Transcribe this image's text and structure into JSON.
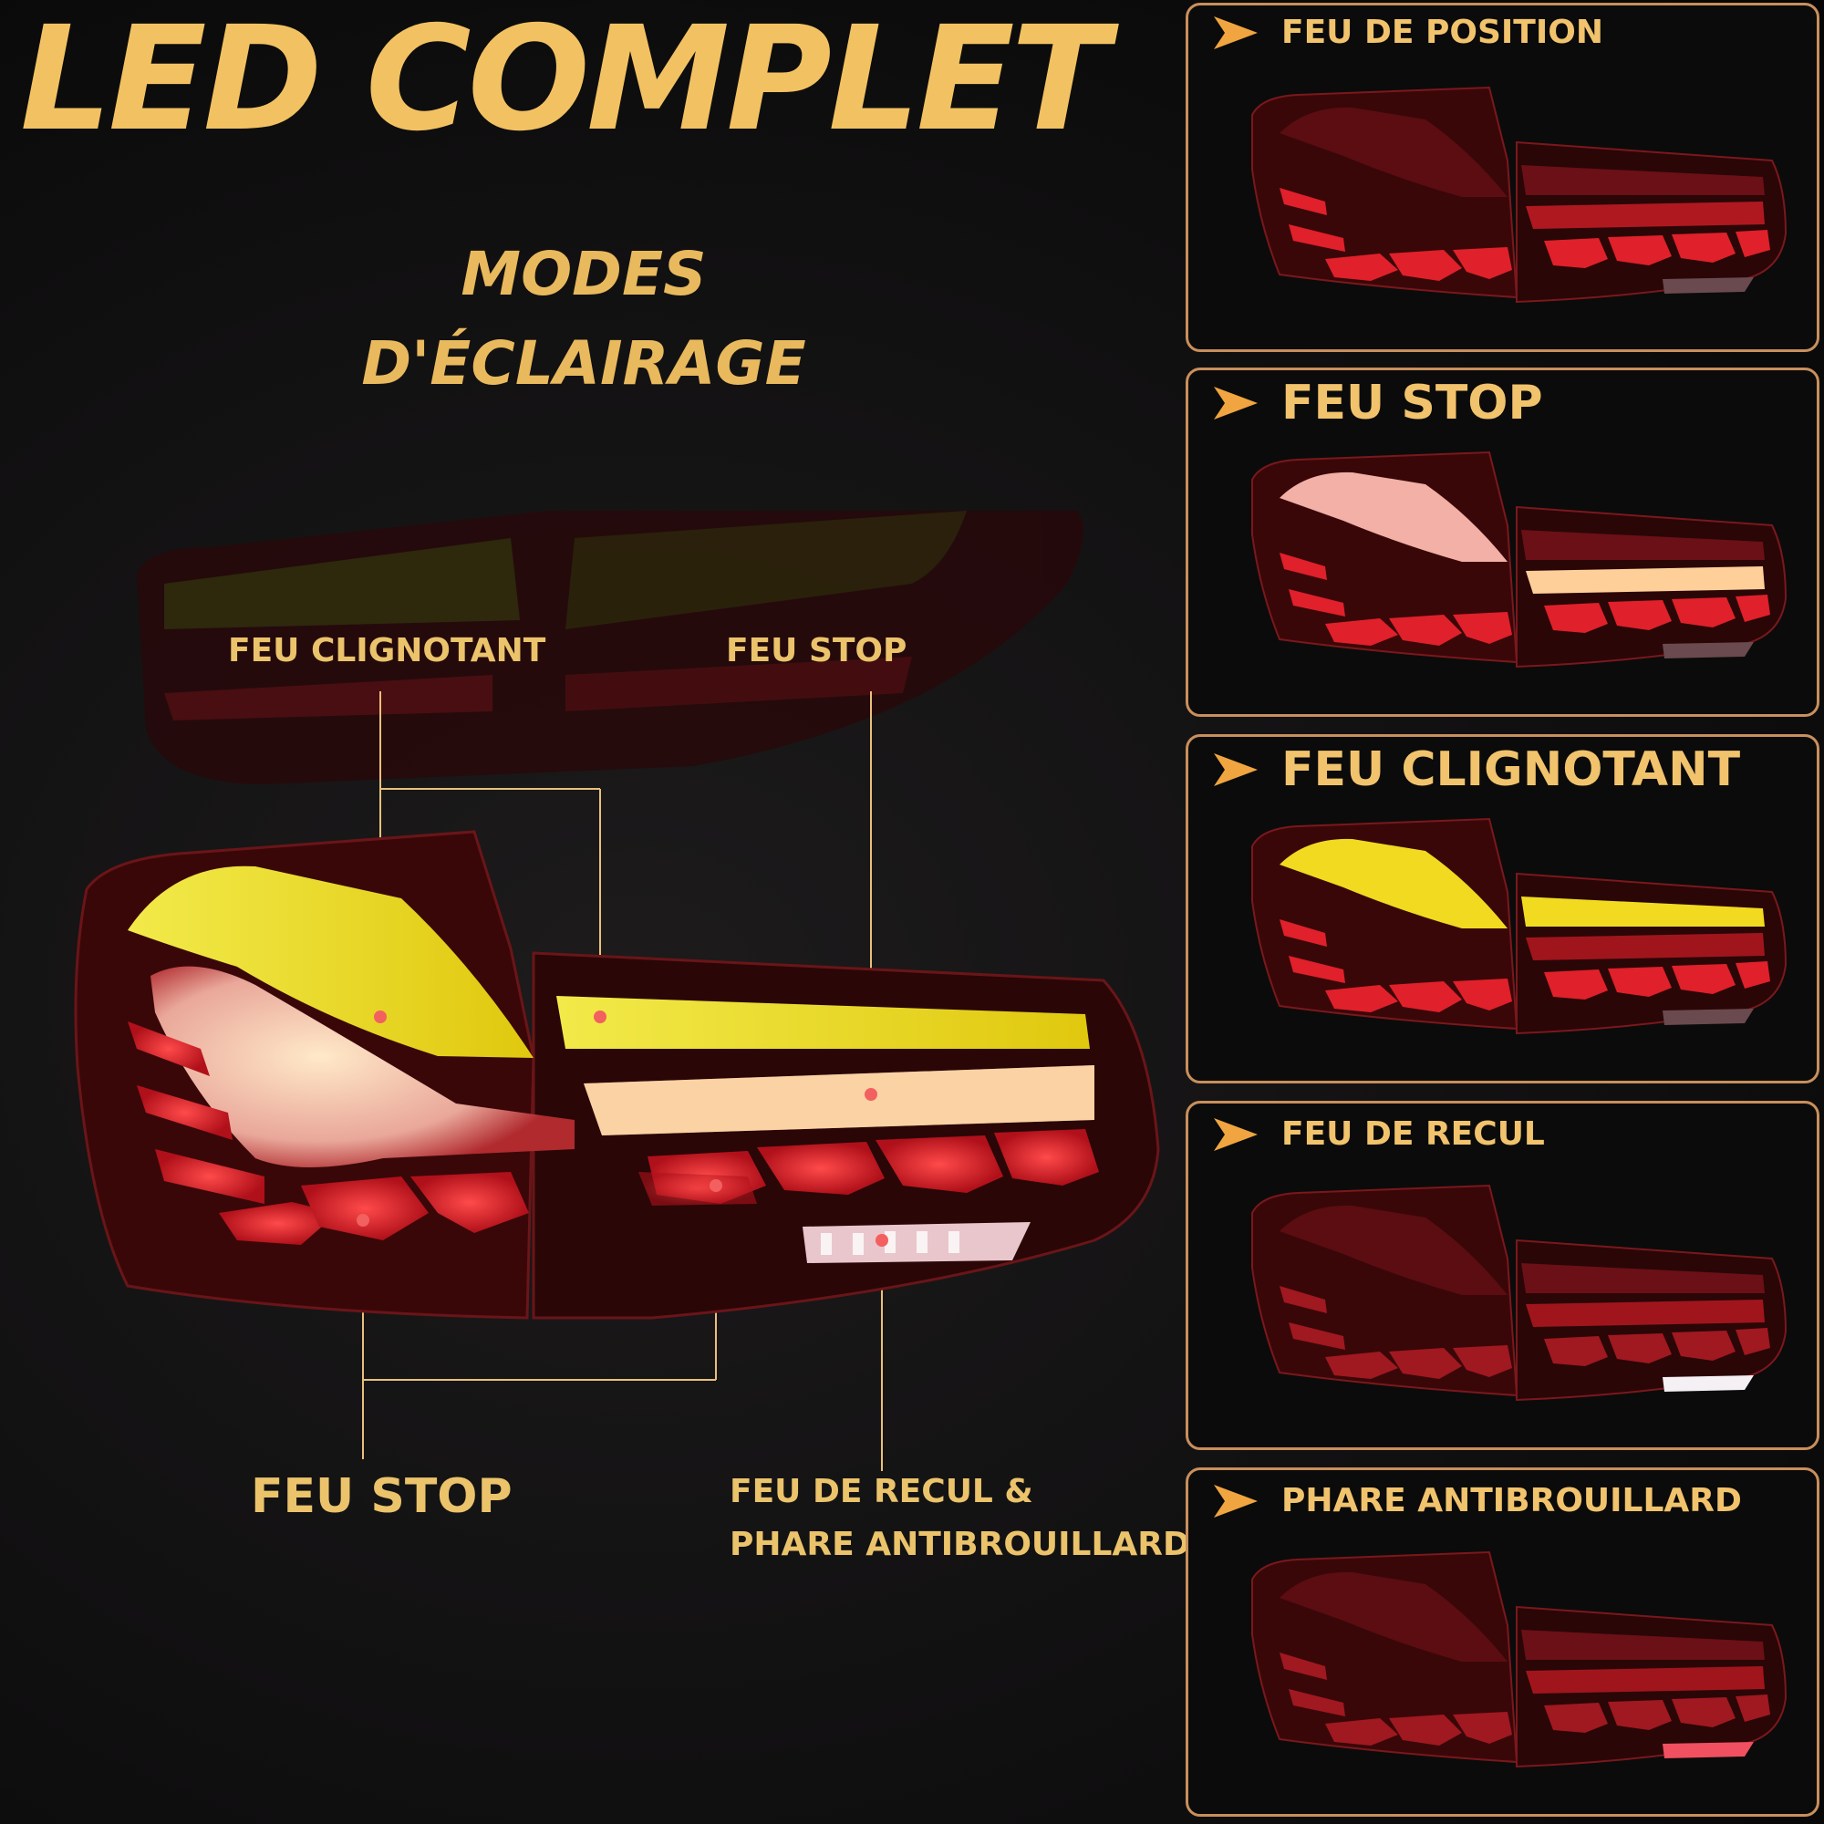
{
  "headline": "LED COMPLET",
  "subtitle": {
    "line1": "MODES",
    "line2": "D'ÉCLAIRAGE"
  },
  "callouts": {
    "turn_signal": "FEU CLIGNOTANT",
    "brake_top": "FEU STOP",
    "brake_bottom": "FEU STOP",
    "reverse_fog_line1": "FEU DE RECUL &",
    "reverse_fog_line2": "PHARE ANTIBROUILLARD"
  },
  "modes": [
    {
      "label": "FEU DE POSITION",
      "state": "position"
    },
    {
      "label": "FEU STOP",
      "state": "brake"
    },
    {
      "label": "FEU CLIGNOTANT",
      "state": "turn"
    },
    {
      "label": "FEU DE RECUL",
      "state": "reverse"
    },
    {
      "label": "PHARE ANTIBROUILLARD",
      "state": "fog"
    }
  ],
  "colors": {
    "accent": "#f2c262",
    "border": "#c98f5c",
    "amber": "#f5d21a",
    "red": "#e0202a"
  }
}
